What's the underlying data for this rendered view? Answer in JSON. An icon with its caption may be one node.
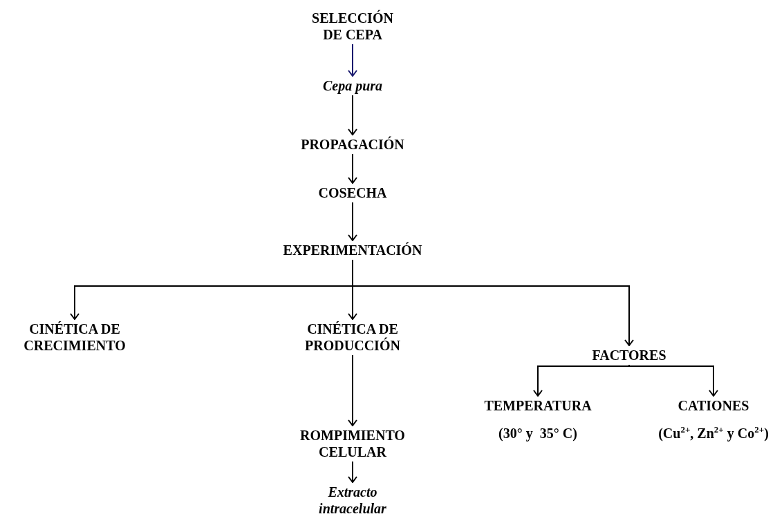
{
  "diagram": {
    "nodes": [
      {
        "text": [
          "SELECCIÓN DE CEPA"
        ]
      },
      {
        "text": [
          "Cepa pura"
        ]
      },
      {
        "text": [
          "PROPAGACIÓN"
        ]
      },
      {
        "text": [
          "COSECHA"
        ]
      },
      {
        "text": [
          "EXPERIMENTACIÓN"
        ]
      },
      {
        "text": [
          "CINÉTICA DE CRECIMIENTO"
        ]
      },
      {
        "text": [
          "CINÉTICA DE PRODUCCIÓN"
        ]
      },
      {
        "text": [
          "FACTORES"
        ]
      },
      {
        "text": [
          "ROMPIMIENTO CELULAR"
        ]
      },
      {
        "text": [
          "Extracto intracelular"
        ]
      },
      {
        "text": [
          "TEMPERATURA",
          "(30° y  35° C)"
        ]
      },
      {
        "text": [
          "CATIONES",
          "(Cu$^{2+}$, Zn$^{2+}$ y Co$^{2+}$)"
        ]
      }
    ],
    "edges": [
      {
        "from": 0,
        "to": 1,
        "arrow": "to",
        "color": "#1a1a6e"
      },
      {
        "from": 1,
        "to": 2,
        "arrow": "to"
      },
      {
        "from": 2,
        "to": 3,
        "arrow": "to"
      },
      {
        "from": 3,
        "to": 4,
        "arrow": "to"
      },
      {
        "from": 4,
        "to": 5,
        "arrow": "to"
      },
      {
        "from": 4,
        "to": 6,
        "arrow": "to"
      },
      {
        "from": 4,
        "to": 7,
        "arrow": "to"
      },
      {
        "from": 6,
        "to": 8,
        "arrow": "to"
      },
      {
        "from": 8,
        "to": 9,
        "arrow": "to"
      },
      {
        "from": 7,
        "to": 10,
        "arrow": "to"
      },
      {
        "from": 7,
        "to": 11,
        "arrow": "to"
      }
    ]
  }
}
